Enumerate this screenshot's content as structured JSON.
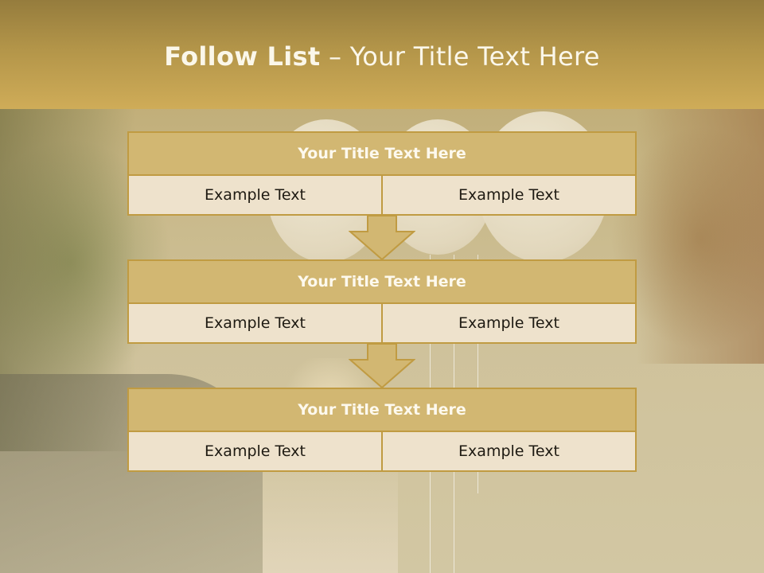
{
  "header": {
    "title_bold": "Follow List",
    "title_rest": "– Your Title Text Here"
  },
  "blocks": [
    {
      "title": "Your Title Text Here",
      "left": "Example Text",
      "right": "Example Text"
    },
    {
      "title": "Your Title Text Here",
      "left": "Example Text",
      "right": "Example Text"
    },
    {
      "title": "Your Title Text Here",
      "left": "Example Text",
      "right": "Example Text"
    }
  ],
  "colors": {
    "header_gold": "#cfac58",
    "box_title_fill": "#d2b772",
    "box_cell_fill": "#eee2cc",
    "box_border": "#c09b42",
    "arrow_fill": "#d2b772"
  }
}
